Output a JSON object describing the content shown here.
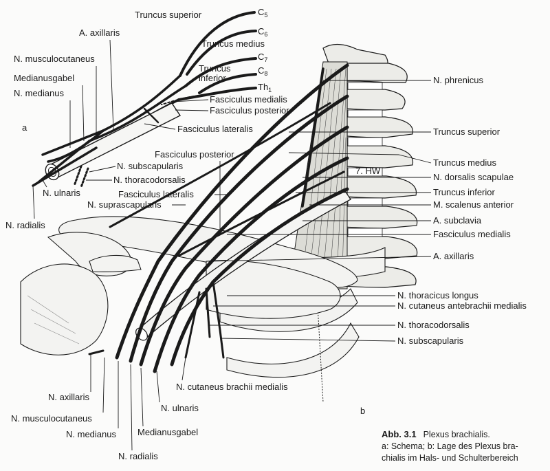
{
  "panel_a": {
    "panel_letter": "a",
    "labels": {
      "truncus_superior": "Truncus superior",
      "c5": "C",
      "c5_sub": "5",
      "c6": "C",
      "c6_sub": "6",
      "a_axillaris": "A. axillaris",
      "truncus_medius": "Truncus medius",
      "c7": "C",
      "c7_sub": "7",
      "n_musculocutaneus": "N. musculocutaneus",
      "truncus": "Truncus",
      "inferior": "inferior",
      "c8": "C",
      "c8_sub": "8",
      "medianusgabel": "Medianusgabel",
      "th1": "Th",
      "th1_sub": "1",
      "n_medianus": "N. medianus",
      "fasciculus_medialis": "Fasciculus medialis",
      "fasciculus_posterior": "Fasciculus posterior",
      "fasciculus_lateralis": "Fasciculus lateralis",
      "n_subscapularis": "N. subscapularis",
      "n_thoracodorsalis": "N. thoracodorsalis",
      "n_ulnaris": "N. ulnaris",
      "n_radialis": "N. radialis"
    }
  },
  "panel_b": {
    "panel_letter": "b",
    "labels": {
      "fasciculus_posterior": "Fasciculus posterior",
      "fasciculus_lateralis": "Fasciculus lateralis",
      "n_suprascapularis": "N. suprascapularis",
      "vertebra": "7. HW",
      "n_phrenicus": "N. phrenicus",
      "truncus_superior": "Truncus superior",
      "truncus_medius": "Truncus medius",
      "n_dorsalis_scapulae": "N. dorsalis scapulae",
      "truncus_inferior": "Truncus inferior",
      "m_scalenus_anterior": "M. scalenus anterior",
      "a_subclavia": "A. subclavia",
      "fasciculus_medialis": "Fasciculus medialis",
      "a_axillaris": "A. axillaris",
      "n_thoracicus_longus": "N. thoracicus longus",
      "n_cutaneus_antebrachii_medialis": "N. cutaneus antebrachii medialis",
      "n_thoracodorsalis": "N. thoracodorsalis",
      "n_subscapularis": "N. subscapularis",
      "n_cutaneus_brachii_medialis": "N. cutaneus brachii medialis",
      "n_axillaris": "N. axillaris",
      "n_musculocutaneus": "N. musculocutaneus",
      "n_ulnaris": "N. ulnaris",
      "n_medianus": "N. medianus",
      "medianusgabel": "Medianusgabel",
      "n_radialis": "N. radialis"
    }
  },
  "caption": {
    "number": "Abb. 3.1",
    "title": "Plexus brachialis.",
    "line2": "a: Schema; b: Lage des Plexus bra-",
    "line3": "chialis im Hals- und Schulterbereich"
  }
}
